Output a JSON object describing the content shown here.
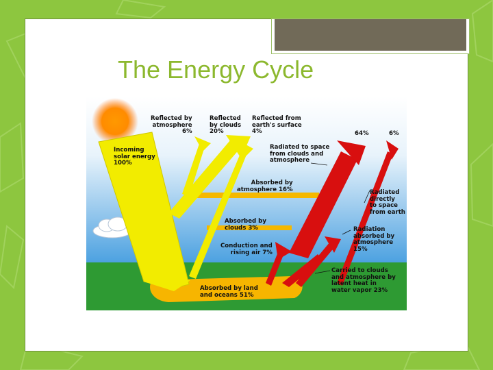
{
  "slide": {
    "title": "The Energy Cycle"
  },
  "colors": {
    "background_green": "#8dc63f",
    "title_green": "#8cb82e",
    "tab_brown": "#716a58",
    "sky_top": "#ffffff",
    "sky_bottom": "#4aa0e0",
    "ground": "#2e9a33",
    "solar_yellow": "#f2ec00",
    "absorbed_orange": "#f7b500",
    "infrared_red": "#d80f0f"
  },
  "diagram": {
    "labels": {
      "incoming": "Incoming\nsolar energy\n100%",
      "reflected_atmosphere": "Reflected by\natmosphere\n6%",
      "reflected_clouds": "Reflected\nby clouds\n20%",
      "reflected_surface": "Reflected from\nearth's surface\n4%",
      "out_64": "64%",
      "out_6": "6%",
      "radiated_space": "Radiated to space\nfrom clouds and\natmosphere",
      "absorbed_atmosphere": "Absorbed by\natmosphere 16%",
      "radiated_directly": "Radiated\ndirectly\nto space\nfrom earth",
      "absorbed_clouds": "Absorbed by\nclouds 3%",
      "radiation_absorbed": "Radiation\nabsorbed by\natmosphere\n15%",
      "conduction": "Conduction and\nrising air 7%",
      "carried_clouds": "Carried to clouds\nand atmosphere by\nlatent heat in\nwater vapor 23%",
      "absorbed_land": "Absorbed by land\nand oceans 51%"
    }
  }
}
